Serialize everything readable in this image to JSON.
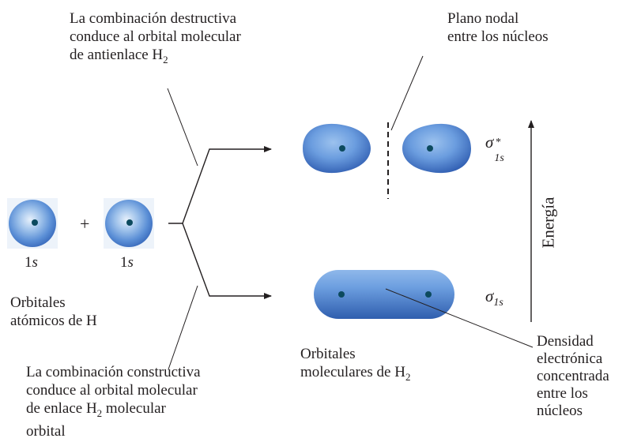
{
  "labels": {
    "destructive": [
      "La combinación destructiva",
      "conduce al orbital molecular",
      "de antienlace H",
      "2"
    ],
    "nodal_plane": [
      "Plano nodal",
      "entre los núcleos"
    ],
    "constructive": [
      "La combinación constructiva",
      "conduce al orbital molecular",
      "de enlace H",
      "2",
      " molecular",
      "orbital"
    ],
    "atomic_orbitals": [
      "Orbitales",
      "atómicos de H"
    ],
    "molecular_orbitals": [
      "Orbitales",
      "moleculares de H",
      "2"
    ],
    "electron_density": [
      "Densidad",
      "electrónica",
      "concentrada",
      "entre los",
      "núcleos"
    ],
    "orbital_left": [
      "1",
      "s"
    ],
    "orbital_right": [
      "1",
      "s"
    ],
    "plus_sign": "+",
    "energy_axis": "Energía",
    "sigma_antibonding": {
      "base": "σ",
      "sub": "1s",
      "sup": "*"
    },
    "sigma_bonding": {
      "base": "σ",
      "sub": "1s"
    }
  },
  "colors": {
    "orbital_fill": "#5b8fd6",
    "orbital_dark": "#2f5fae",
    "nucleus": "#0c4a5e",
    "line": "#231f20"
  }
}
